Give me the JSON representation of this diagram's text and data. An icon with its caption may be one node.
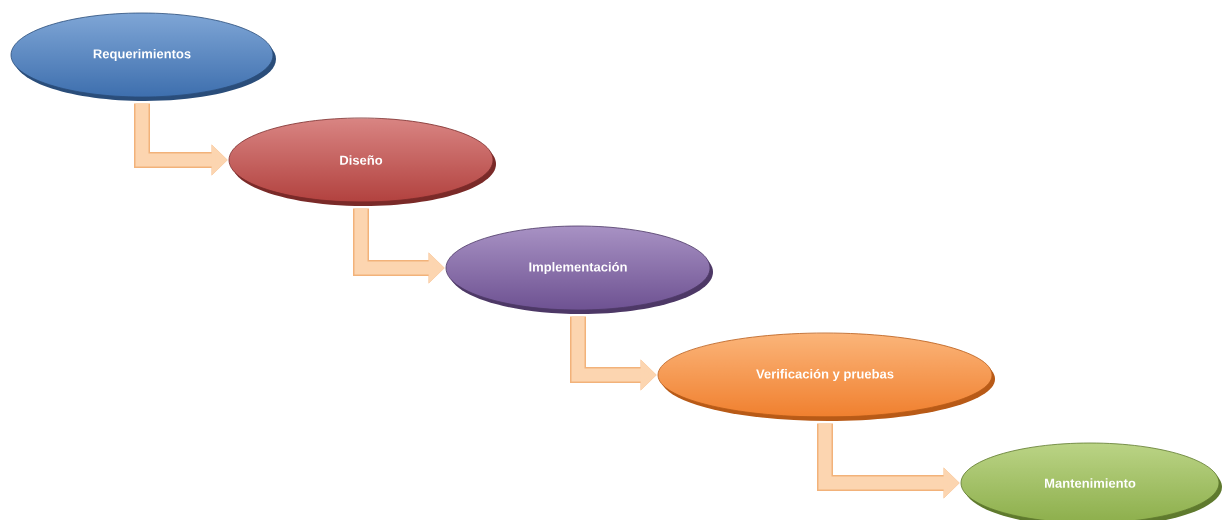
{
  "diagram": {
    "nodes": [
      {
        "text": [
          "Requerimientos"
        ]
      },
      {
        "text": [
          "Diseño"
        ]
      },
      {
        "text": [
          "Implementación"
        ]
      },
      {
        "text": [
          "Verificación y pruebas"
        ]
      },
      {
        "text": [
          "Mantenimiento"
        ]
      }
    ],
    "edges": [
      {
        "from": 0,
        "to": 1,
        "arrow": "to"
      },
      {
        "from": 1,
        "to": 2,
        "arrow": "to"
      },
      {
        "from": 2,
        "to": 3,
        "arrow": "to"
      },
      {
        "from": 3,
        "to": 4,
        "arrow": "to"
      }
    ]
  }
}
